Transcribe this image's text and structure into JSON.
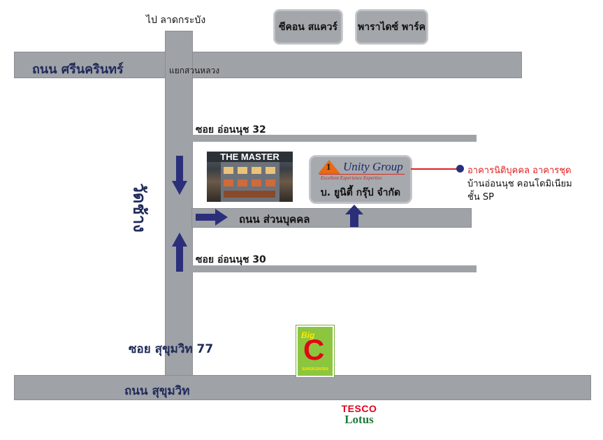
{
  "labels": {
    "to_lat_krabang": "ไป ลาดกระบัง",
    "seacon_square": "ซีคอน สแควร์",
    "paradise_park": "พาราไดซ์ พาร์ค",
    "srinakarin_road": "ถนน ศรีนครินทร์",
    "suan_luang_junction": "แยกสวนหลวง",
    "soi_onnut_32": "ซอย อ่อนนุช 32",
    "soi_onnut_30": "ซอย อ่อนนุช 30",
    "suan_bukkhon_road": "ถนน ส่วนบุคคล",
    "wat_chang": "วัดช้าง",
    "soi_sukhumvit_77": "ซอย สุขุมวิท 77",
    "sukhumvit_road": "ถนน สุขุมวิท"
  },
  "the_master": {
    "title": "THE MASTER"
  },
  "unity_group": {
    "logo_number": "1",
    "name": "Unity Group",
    "tagline": "Excellent Experience Expertise",
    "thai_name": "บ. ยูนิตี้ กรุ๊ป จำกัด"
  },
  "destination": {
    "line1": "อาคารนิติบุคคล อาคารชุด",
    "line2": "บ้านอ่อนนุช คอนโดมิเนียม",
    "line3": "ชั้น SP"
  },
  "big_c": {
    "big": "Big",
    "c": "C",
    "sub": "SUPERCENTER"
  },
  "tesco_lotus": {
    "tesco": "TESCO",
    "lotus": "Lotus"
  },
  "colors": {
    "road": "#9fa2a7",
    "arrow": "#2b2f7a",
    "label": "#1f2a5a",
    "destination_red": "#e02020",
    "destination_dot": "#2b2f7a"
  },
  "icons": {
    "arrows": [
      "down-arrow-icon",
      "right-arrow-icon",
      "up-arrow-icon",
      "up-arrow-icon"
    ],
    "marker": "location-dot-icon"
  }
}
